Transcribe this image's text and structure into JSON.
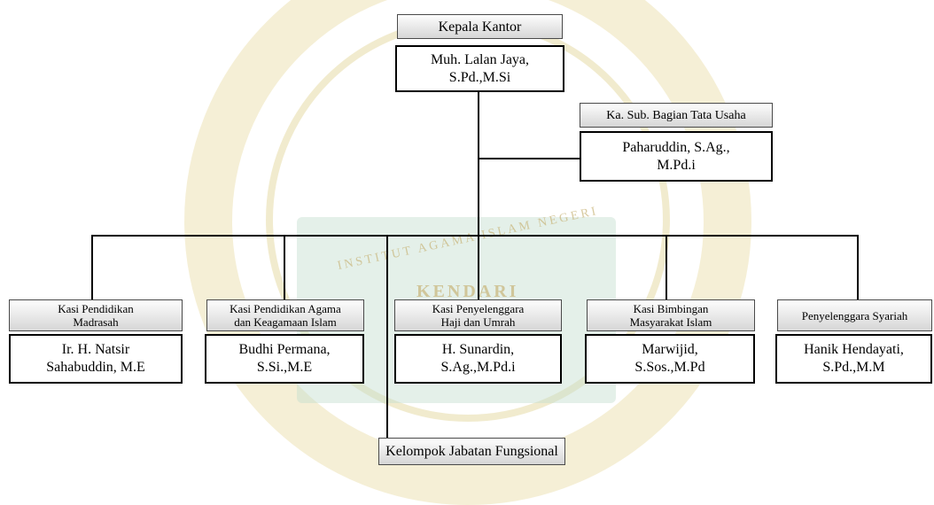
{
  "head": {
    "title": "Kepala Kantor",
    "name": "Muh. Lalan Jaya,\nS.Pd.,M.Si"
  },
  "subbagian": {
    "title": "Ka. Sub. Bagian Tata Usaha",
    "name": "Paharuddin, S.Ag.,\nM.Pd.i"
  },
  "sections": [
    {
      "title": "Kasi Pendidikan\nMadrasah",
      "name": "Ir. H. Natsir\nSahabuddin, M.E"
    },
    {
      "title": "Kasi Pendidikan Agama\ndan Keagamaan Islam",
      "name": "Budhi Permana,\nS.Si.,M.E"
    },
    {
      "title": "Kasi Penyelenggara\nHaji dan Umrah",
      "name": "H. Sunardin,\nS.Ag.,M.Pd.i"
    },
    {
      "title": "Kasi Bimbingan\nMasyarakat Islam",
      "name": "Marwijid,\nS.Sos.,M.Pd"
    },
    {
      "title": "Penyelenggara Syariah",
      "name": "Hanik Hendayati,\nS.Pd.,M.M"
    }
  ],
  "functional": {
    "title": "Kelompok Jabatan Fungsional"
  },
  "watermark": {
    "line1": "INSTITUT AGAMA ISLAM NEGERI",
    "line2": "KENDARI"
  }
}
